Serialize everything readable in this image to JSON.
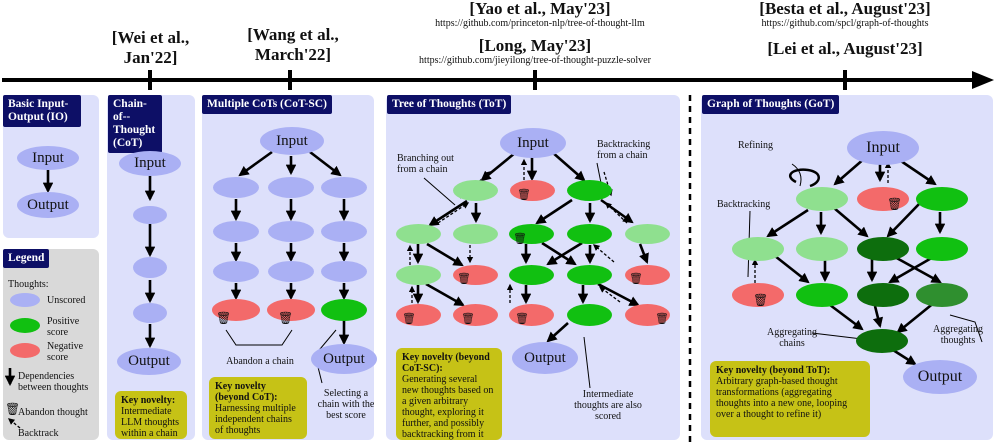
{
  "timeline": {
    "citations": [
      {
        "text": "[Wei et al., Jan'22]"
      },
      {
        "text": "[Wang et al., March'22]"
      },
      {
        "text": "[Yao et al., May'23]",
        "url": "https://github.com/princeton-nlp/tree-of-thought-llm"
      },
      {
        "text": "[Long, May'23]",
        "url": "https://github.com/jieyilong/tree-of-thought-puzzle-solver"
      },
      {
        "text": "[Besta et al., August'23]",
        "url": "https://github.com/spcl/graph-of-thoughts"
      },
      {
        "text": "[Lei et al., August'23]"
      }
    ]
  },
  "panels": {
    "io": {
      "title": "Basic Input-Output (IO)",
      "input": "Input",
      "output": "Output"
    },
    "cot": {
      "title": "Chain-of--Thought (CoT)",
      "input": "Input",
      "output": "Output",
      "novelty_head": "Key novelty:",
      "novelty": "Intermediate LLM thoughts within a chain"
    },
    "cotsc": {
      "title": "Multiple CoTs (CoT-SC)",
      "input": "Input",
      "output": "Output",
      "abandon": "Abandon a chain",
      "select": "Selecting a chain with the best score",
      "novelty_head": "Key novelty (beyond CoT):",
      "novelty": "Harnessing multiple independent chains of thoughts"
    },
    "tot": {
      "title": "Tree of Thoughts (ToT)",
      "input": "Input",
      "output": "Output",
      "branching": "Branching out from a chain",
      "backtracking": "Backtracking from a chain",
      "intermediate": "Intermediate thoughts are also scored",
      "novelty_head": "Key novelty (beyond CoT-SC):",
      "novelty": "Generating several new thoughts based on a given arbitrary thought, exploring it further, and possibly backtracking from it"
    },
    "got": {
      "title": "Graph of Thoughts (GoT)",
      "input": "Input",
      "output": "Output",
      "refining": "Refining",
      "backtracking": "Backtracking",
      "agg_chains": "Aggregating chains",
      "agg_thoughts": "Aggregating thoughts",
      "novelty_head": "Key novelty (beyond ToT):",
      "novelty": "Arbitrary graph-based thought transformations (aggregating thoughts into a new one, looping over a thought to refine it)"
    }
  },
  "legend": {
    "title": "Legend",
    "thoughts": "Thoughts:",
    "unscored": "Unscored",
    "positive": "Positive score",
    "negative": "Negative score",
    "dependencies": "Dependencies between thoughts",
    "abandon": "Abandon thought",
    "backtrack": "Backtrack"
  },
  "colors": {
    "panel_bg": "#dde0fb",
    "title_bg": "#0d0f66",
    "unscored": "#aab0f4",
    "positive": "#11c011",
    "light_positive": "#8fe08f",
    "dark_positive": "#0d6e0d",
    "negative": "#f36a6a",
    "novelty_bg": "#c6c216",
    "legend_bg": "#d9d9d9"
  }
}
